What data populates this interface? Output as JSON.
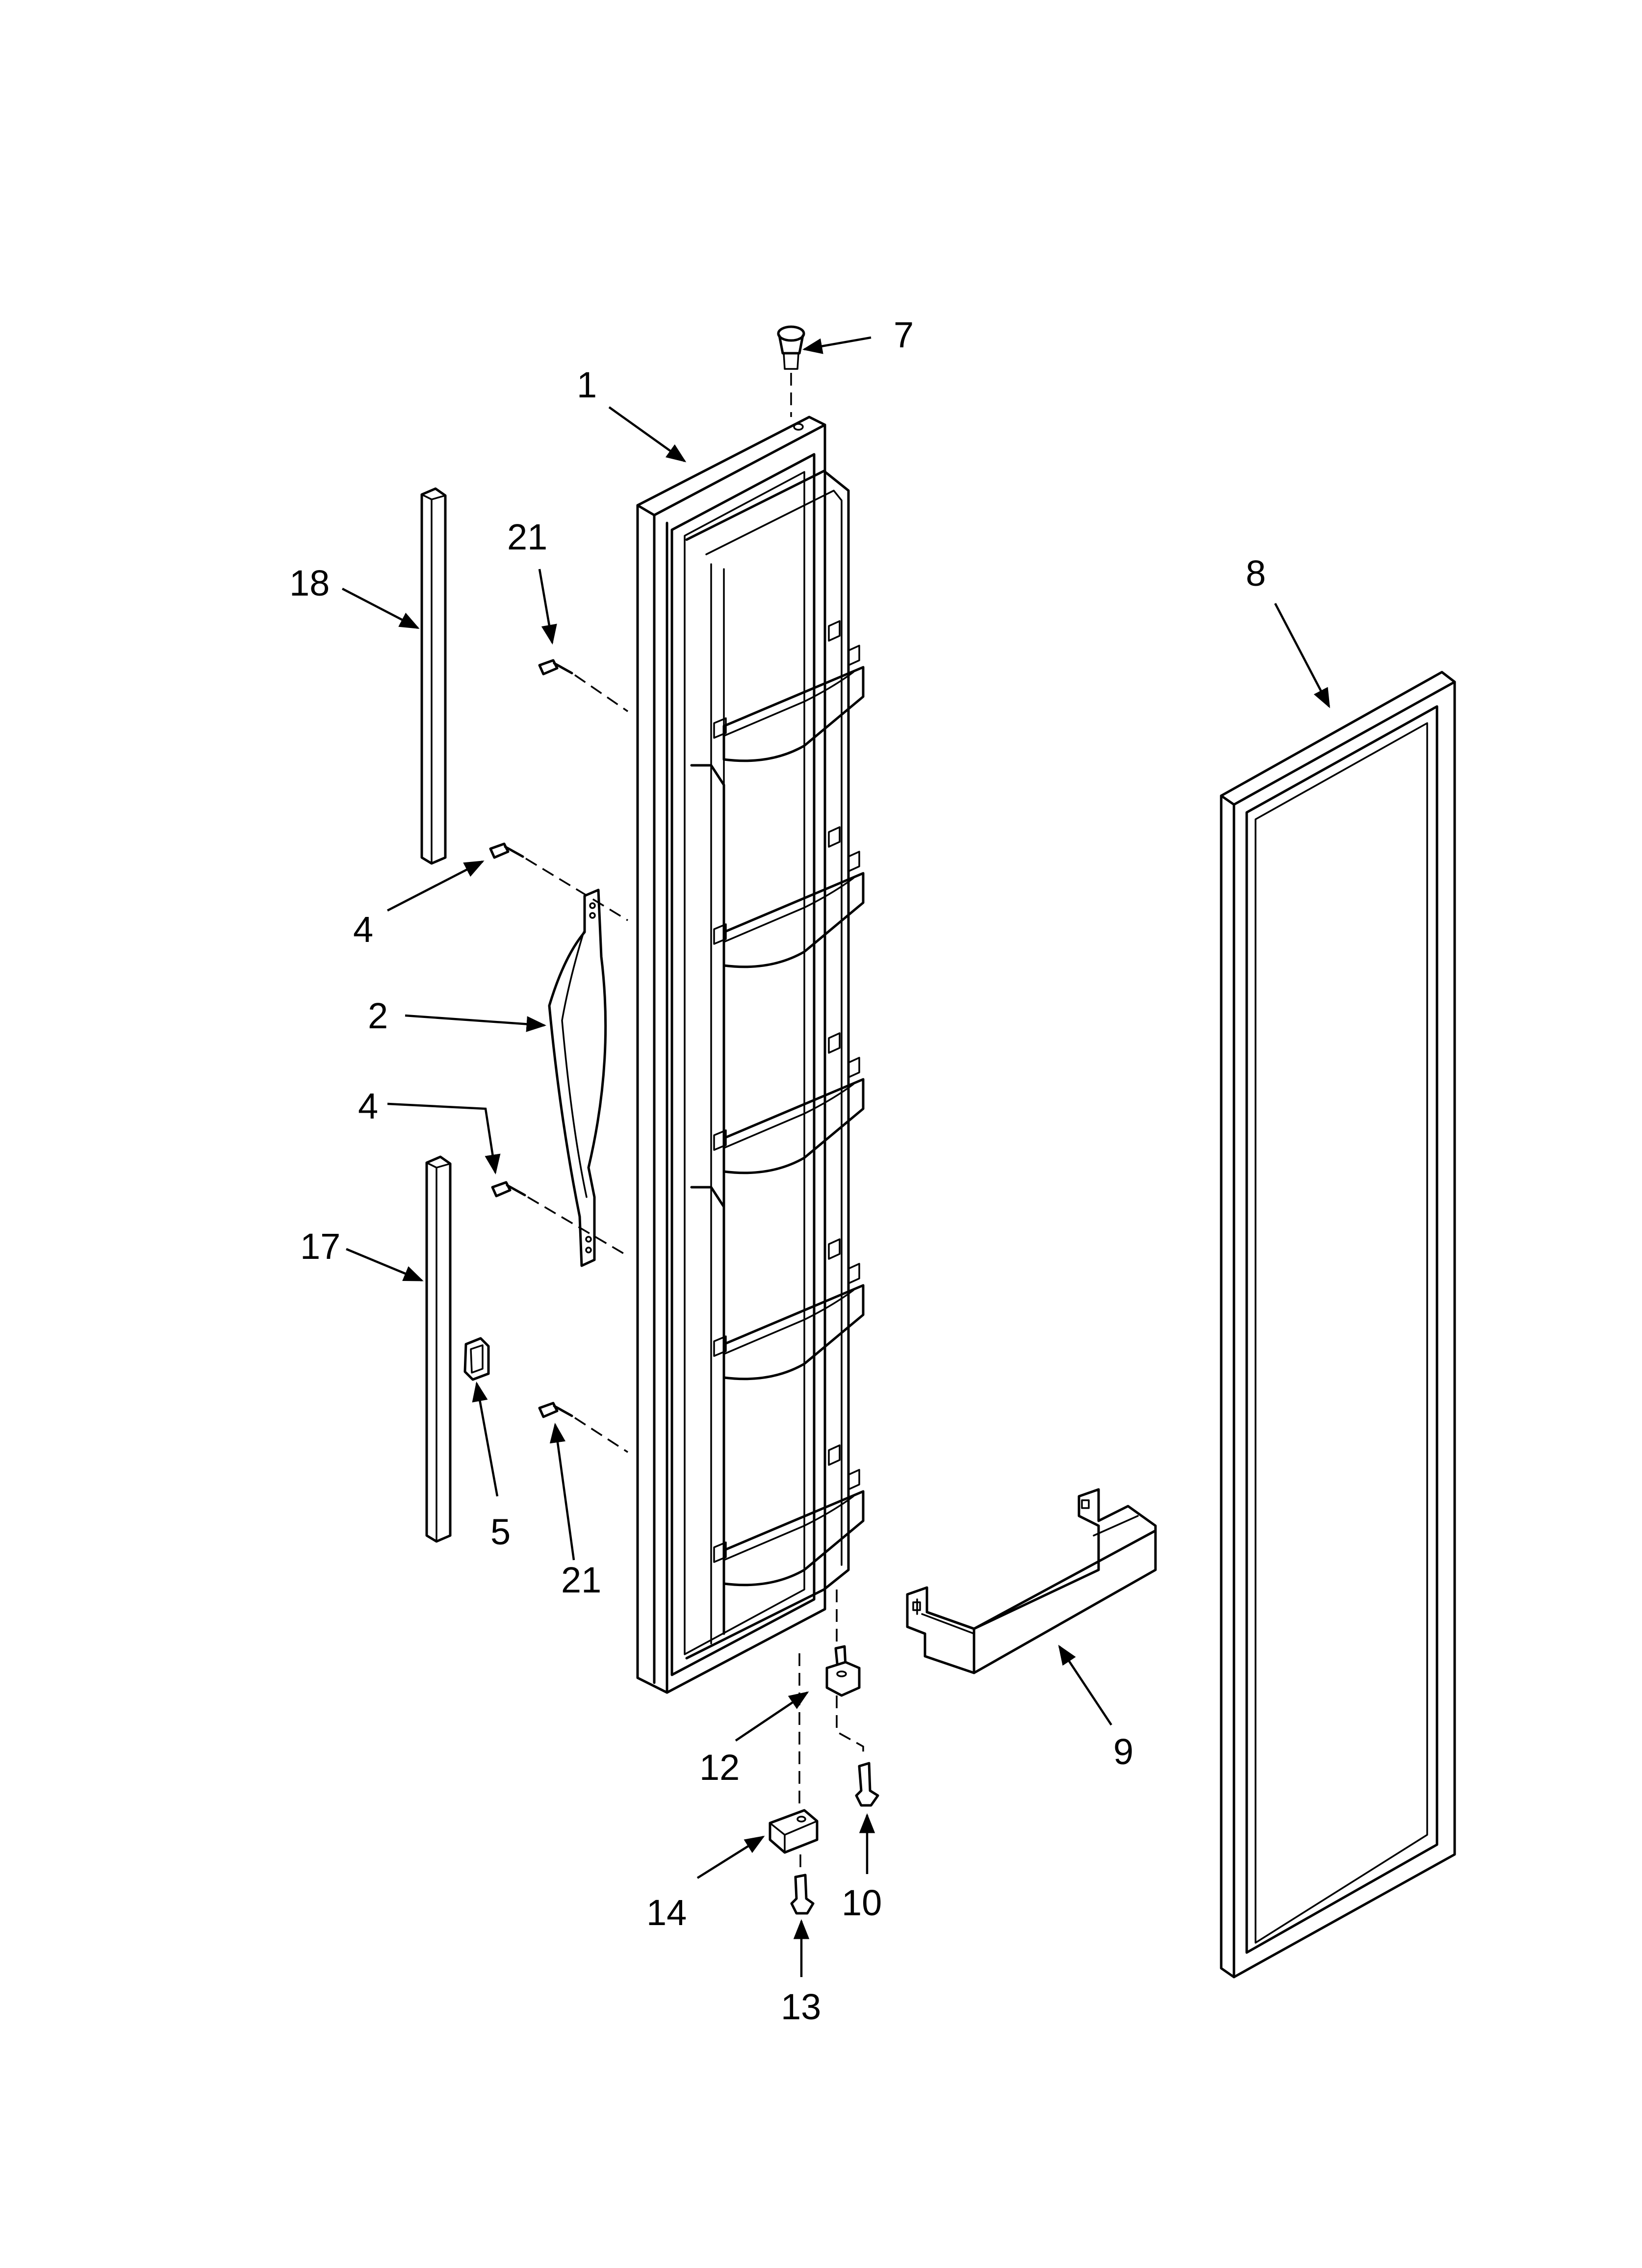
{
  "callouts": {
    "c1": "1",
    "c2": "2",
    "c4a": "4",
    "c4b": "4",
    "c5": "5",
    "c7": "7",
    "c8": "8",
    "c9": "9",
    "c10": "10",
    "c12": "12",
    "c13": "13",
    "c14": "14",
    "c17": "17",
    "c18": "18",
    "c21a": "21",
    "c21b": "21"
  }
}
